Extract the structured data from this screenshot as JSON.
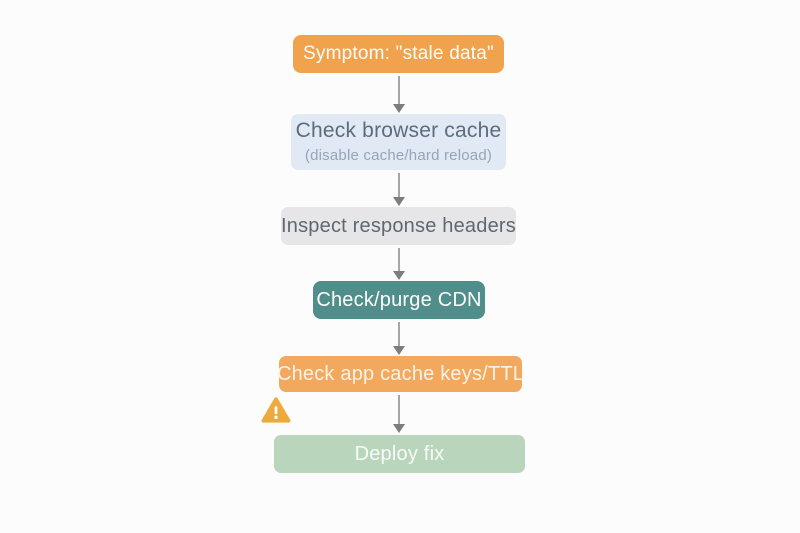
{
  "page": {
    "background": "#FCFCFC"
  },
  "diagram": {
    "type": "flowchart",
    "nodes": [
      {
        "id": "symptom",
        "label": "Symptom: \"stale data\"",
        "bg": "#F0A24D",
        "fg": "#FEFDFB"
      },
      {
        "id": "browser-cache",
        "label": "Check browser cache",
        "sublabel": "(disable cache/hard reload)",
        "bg": "#E1EAF4",
        "fg": "#5C6C7F",
        "sub_fg": "#95A4B7"
      },
      {
        "id": "response-headers",
        "label": "Inspect response headers",
        "bg": "#E6E6E9",
        "fg": "#5F6871"
      },
      {
        "id": "cdn",
        "label": "Check/purge CDN",
        "bg": "#4F8E8A",
        "fg": "#FDFDFC"
      },
      {
        "id": "app-cache",
        "label": "Check app cache keys/TTL",
        "bg": "#F2A95E",
        "fg": "#FBF2E6"
      },
      {
        "id": "deploy",
        "label": "Deploy fix",
        "bg": "#B9D6BD",
        "fg": "#F8FBF8"
      }
    ],
    "connectors": {
      "count": 5,
      "line_color": "#A6A6A6",
      "head_color": "#7D7D7D"
    },
    "warning_icon": {
      "name": "warning-triangle-icon",
      "color": "#ECAA3E",
      "mark_color": "#FFFFFF"
    }
  }
}
